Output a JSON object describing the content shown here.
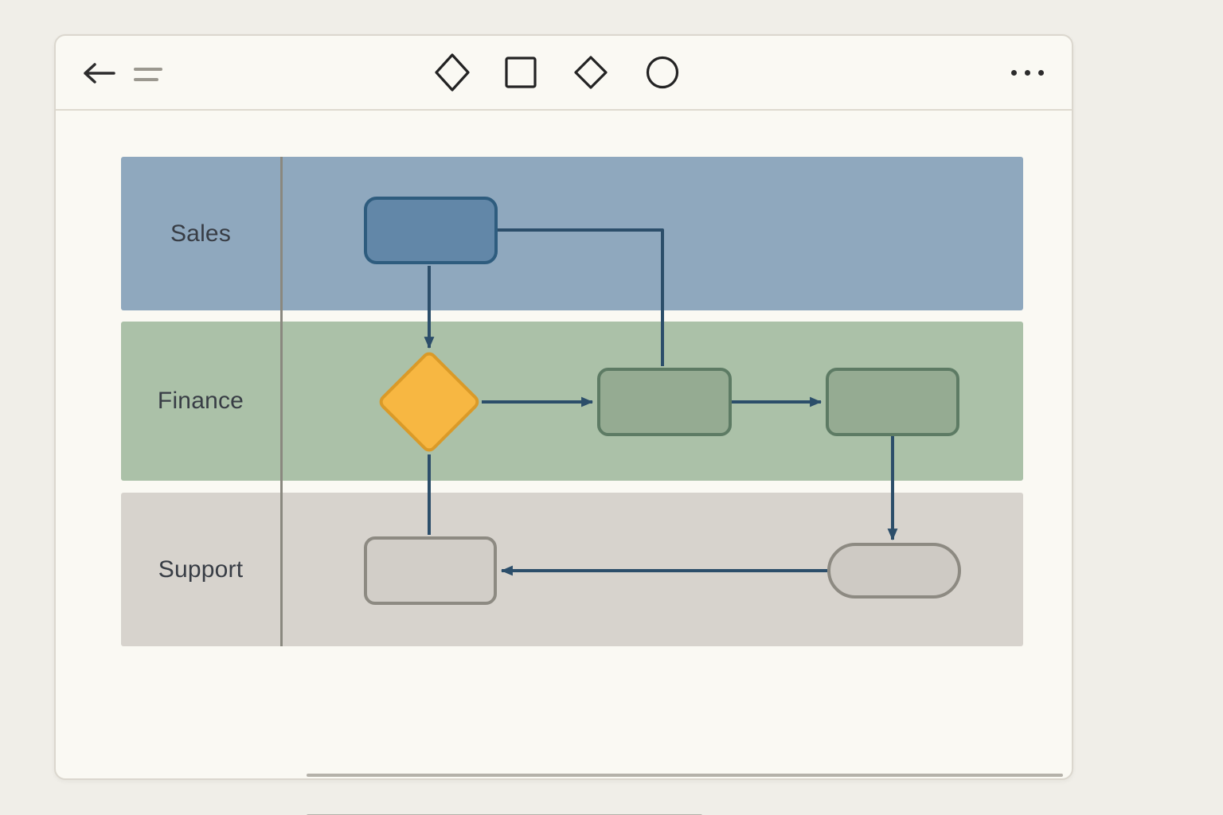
{
  "window": {
    "toolbar": {
      "back_icon": "arrow-left",
      "menu_icon": "menu-lines",
      "shape_tools": [
        {
          "icon": "diamond"
        },
        {
          "icon": "square"
        },
        {
          "icon": "diamond"
        },
        {
          "icon": "circle"
        }
      ],
      "more_icon": "ellipsis"
    }
  },
  "diagram": {
    "type": "swimlane-flowchart",
    "lanes": [
      {
        "label": "Sales",
        "color": "#8fa8be"
      },
      {
        "label": "Finance",
        "color": "#abc1a8"
      },
      {
        "label": "Support",
        "color": "#d7d3cd"
      }
    ],
    "nodes": [
      {
        "id": "sales-process",
        "lane": "Sales",
        "shape": "rounded-rect",
        "fill": "#6287a8",
        "border": "#2e5c7e",
        "label": ""
      },
      {
        "id": "finance-decision",
        "lane": "Finance",
        "shape": "diamond",
        "fill": "#f7b742",
        "border": "#da9a28",
        "label": ""
      },
      {
        "id": "finance-process-1",
        "lane": "Finance",
        "shape": "rounded-rect",
        "fill": "#95ab92",
        "border": "#5d7b64",
        "label": ""
      },
      {
        "id": "finance-process-2",
        "lane": "Finance",
        "shape": "rounded-rect",
        "fill": "#95ab92",
        "border": "#5d7b64",
        "label": ""
      },
      {
        "id": "support-process",
        "lane": "Support",
        "shape": "rounded-rect",
        "fill": "#d2cec8",
        "border": "#8d8a82",
        "label": ""
      },
      {
        "id": "support-terminator",
        "lane": "Support",
        "shape": "pill",
        "fill": "#cecac4",
        "border": "#8d8a82",
        "label": ""
      }
    ],
    "edges": [
      {
        "from": "sales-process",
        "to": "finance-decision",
        "arrowhead": true,
        "route": "straight-down"
      },
      {
        "from": "sales-process",
        "to": "finance-process-1",
        "arrowhead": false,
        "route": "elbow-right-down"
      },
      {
        "from": "finance-decision",
        "to": "finance-process-1",
        "arrowhead": true,
        "route": "straight-right"
      },
      {
        "from": "finance-process-1",
        "to": "finance-process-2",
        "arrowhead": true,
        "route": "straight-right"
      },
      {
        "from": "finance-process-2",
        "to": "support-terminator",
        "arrowhead": true,
        "route": "straight-down"
      },
      {
        "from": "support-terminator",
        "to": "support-process",
        "arrowhead": true,
        "route": "straight-left"
      },
      {
        "from": "finance-decision",
        "to": "support-process",
        "arrowhead": false,
        "route": "straight-down"
      }
    ],
    "edge_color": "#2c4e6a"
  },
  "footer": {
    "placeholder_line_count": 2
  }
}
